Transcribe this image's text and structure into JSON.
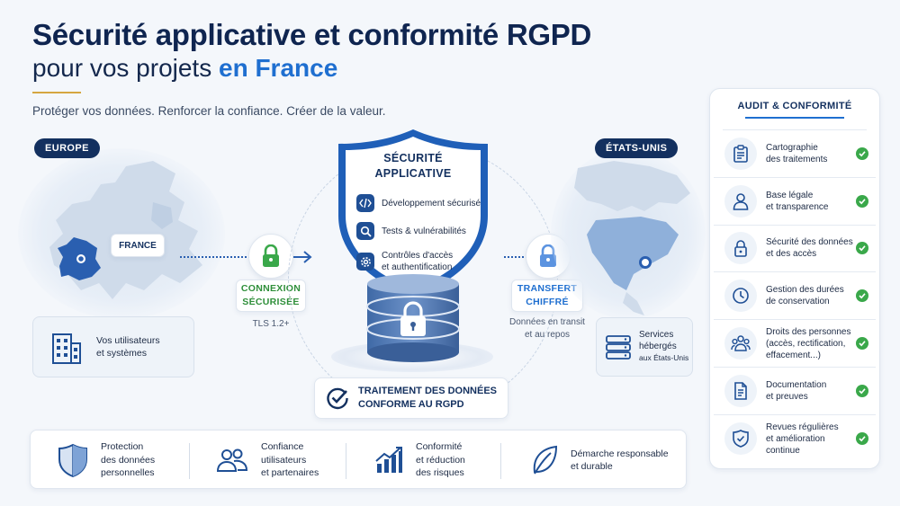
{
  "header": {
    "title_line1": "Sécurité applicative et conformité RGPD",
    "title_line2_prefix": "pour vos projets ",
    "title_line2_accent": "en France",
    "subtitle": "Protéger vos données. Renforcer la confiance. Créer de la valeur."
  },
  "europe": {
    "tag": "EUROPE",
    "country_label": "FRANCE",
    "card_line1": "Vos utilisateurs",
    "card_line2": "et systèmes"
  },
  "connection": {
    "label_line1": "CONNEXION",
    "label_line2": "SÉCURISÉE",
    "detail": "TLS 1.2+"
  },
  "shield": {
    "title_line1": "SÉCURITÉ",
    "title_line2": "APPLICATIVE",
    "items": [
      {
        "icon": "code-icon",
        "line1": "Développement sécurisé",
        "line2": ""
      },
      {
        "icon": "search-icon",
        "line1": "Tests & vulnérabilités",
        "line2": ""
      },
      {
        "icon": "gear-icon",
        "line1": "Contrôles d'accès",
        "line2": "et authentification"
      }
    ]
  },
  "transfer": {
    "label_line1": "TRANSFERT",
    "label_line2": "CHIFFRÉ",
    "detail_line1": "Données en transit",
    "detail_line2": "et au repos"
  },
  "usa": {
    "tag": "ÉTATS-UNIS",
    "card_line1": "Services",
    "card_line2": "hébergés",
    "card_line3": "aux États-Unis"
  },
  "compliance_badge": {
    "line1": "TRAITEMENT DES DONNÉES",
    "line2": "CONFORME AU RGPD"
  },
  "benefits": [
    {
      "icon": "shield-icon",
      "line1": "Protection",
      "line2": "des données",
      "line3": "personnelles"
    },
    {
      "icon": "users-icon",
      "line1": "Confiance",
      "line2": "utilisateurs",
      "line3": "et partenaires"
    },
    {
      "icon": "chart-icon",
      "line1": "Conformité",
      "line2": "et réduction",
      "line3": "des risques"
    },
    {
      "icon": "leaf-icon",
      "line1": "Démarche responsable",
      "line2": "et durable",
      "line3": ""
    }
  ],
  "audit": {
    "title": "AUDIT & CONFORMITÉ",
    "items": [
      {
        "icon": "clipboard-icon",
        "line1": "Cartographie",
        "line2": "des traitements",
        "line3": ""
      },
      {
        "icon": "user-icon",
        "line1": "Base légale",
        "line2": "et transparence",
        "line3": ""
      },
      {
        "icon": "lock-icon",
        "line1": "Sécurité des données",
        "line2": "et des accès",
        "line3": ""
      },
      {
        "icon": "clock-icon",
        "line1": "Gestion des durées",
        "line2": "de conservation",
        "line3": ""
      },
      {
        "icon": "people-icon",
        "line1": "Droits des personnes",
        "line2": "(accès, rectification,",
        "line3": "effacement...)"
      },
      {
        "icon": "document-icon",
        "line1": "Documentation",
        "line2": "et preuves",
        "line3": ""
      },
      {
        "icon": "shield-check-icon",
        "line1": "Revues régulières",
        "line2": "et amélioration continue",
        "line3": ""
      }
    ]
  },
  "colors": {
    "navy": "#13305f",
    "accent_blue": "#1f6fd0",
    "green": "#3aa84a",
    "gold": "#d5a640"
  }
}
